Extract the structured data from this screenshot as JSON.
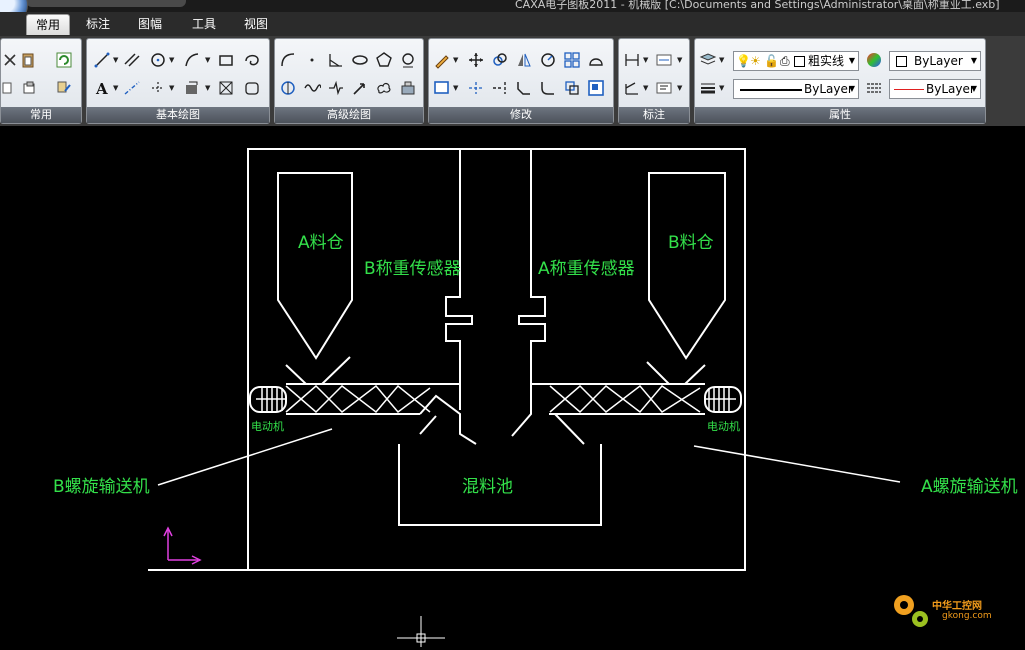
{
  "window": {
    "title": "CAXA电子图板2011 - 机械版  [C:\\Documents and Settings\\Administrator\\桌面\\称重业工.exb]"
  },
  "tabs": [
    {
      "label": "常用",
      "active": true
    },
    {
      "label": "标注",
      "active": false
    },
    {
      "label": "图幅",
      "active": false
    },
    {
      "label": "工具",
      "active": false
    },
    {
      "label": "视图",
      "active": false
    }
  ],
  "panels": {
    "common": "常用",
    "basic_draw": "基本绘图",
    "advanced_draw": "高级绘图",
    "modify": "修改",
    "annotate": "标注",
    "properties": "属性"
  },
  "properties": {
    "layer_name": "粗实线",
    "color_value": "ByLayer",
    "linetype_value": "ByLayer",
    "lineweight_value": "ByLayer"
  },
  "icons": {
    "common": [
      "cut-icon",
      "paste-icon",
      "regen-icon",
      "copy-icon",
      "match-properties-icon",
      "brush-icon"
    ],
    "basic_draw": [
      "line-icon",
      "parallel-line-icon",
      "circle-icon",
      "arc-icon",
      "rectangle-icon",
      "spline-icon",
      "text-icon",
      "centerline-icon",
      "offset-icon",
      "hatch-icon",
      "block-icon",
      "erase-cloud-icon"
    ],
    "advanced_draw": [
      "polyline-icon",
      "point-icon",
      "angle-icon",
      "ellipse-icon",
      "polygon-icon",
      "gear-icon",
      "curve-icon",
      "wave-icon",
      "break-line-icon",
      "arrow-icon",
      "revision-cloud-icon",
      "hole-icon"
    ],
    "modify": [
      "pencil-icon",
      "move-icon",
      "copy-icon",
      "mirror-icon",
      "rotate-icon",
      "array-icon",
      "scale-icon",
      "select-icon",
      "trim-icon",
      "extend-icon",
      "chamfer-icon",
      "fillet-icon",
      "explode-icon",
      "stretch-icon"
    ]
  },
  "drawing": {
    "labels": {
      "bin_a": "A料仓",
      "bin_b": "B料仓",
      "sensor_b": "B称重传感器",
      "sensor_a": "A称重传感器",
      "motor_left": "电动机",
      "motor_right": "电动机",
      "conveyor_b": "B螺旋输送机",
      "conveyor_a": "A螺旋输送机",
      "mixing_tank": "混料池"
    },
    "colors": {
      "line": "#ffffff",
      "text": "#33e04a",
      "ucs": "#e040e0",
      "background": "#000000"
    }
  },
  "watermark": {
    "text": "中华工控网",
    "url": "gkong.com"
  }
}
